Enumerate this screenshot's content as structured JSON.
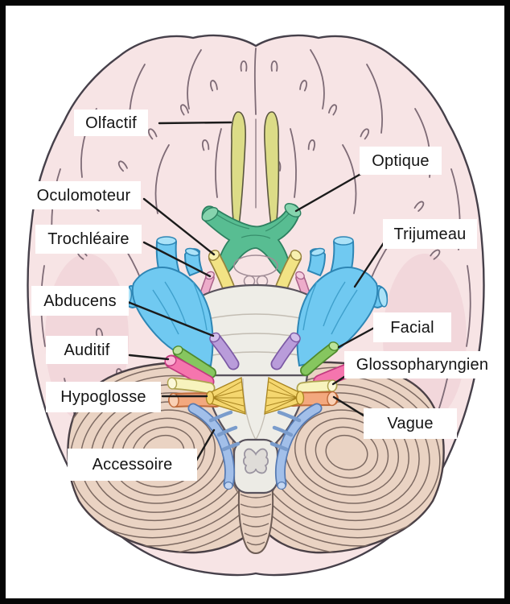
{
  "diagram": {
    "title": "Cranial nerves, inferior view of brain (French labels)",
    "labels": [
      {
        "id": "olfactif",
        "text": "Olfactif"
      },
      {
        "id": "optique",
        "text": "Optique"
      },
      {
        "id": "oculomoteur",
        "text": "Oculomoteur"
      },
      {
        "id": "trochleaire",
        "text": "Trochléaire"
      },
      {
        "id": "trijumeau",
        "text": "Trijumeau"
      },
      {
        "id": "abducens",
        "text": "Abducens"
      },
      {
        "id": "facial",
        "text": "Facial"
      },
      {
        "id": "auditif",
        "text": "Auditif"
      },
      {
        "id": "glossopharyngien",
        "text": "Glossopharyngien"
      },
      {
        "id": "hypoglosse",
        "text": "Hypoglosse"
      },
      {
        "id": "vague",
        "text": "Vague"
      },
      {
        "id": "accessoire",
        "text": "Accessoire"
      }
    ],
    "nerve_colors": {
      "olfactory": "#dcdc87",
      "optic": "#58bd92",
      "oculomotor": "#f2e384",
      "trochlear": "#edacca",
      "trigeminal": "#70c9f1",
      "abducens": "#b99cda",
      "facial_n": "#86c65f",
      "auditory": "#f575ae",
      "glossopharyngeal": "#f7f3bd",
      "vagus": "#f3a87e",
      "hypoglossal": "#f5d76f",
      "accessory": "#a2bfe9"
    },
    "anatomy_colors": {
      "cerebrum": "#f7e4e5",
      "cerebellum": "#ead3c3",
      "brainstem": "#eeede7",
      "outline": "#46404a",
      "frame": "#060606"
    }
  }
}
